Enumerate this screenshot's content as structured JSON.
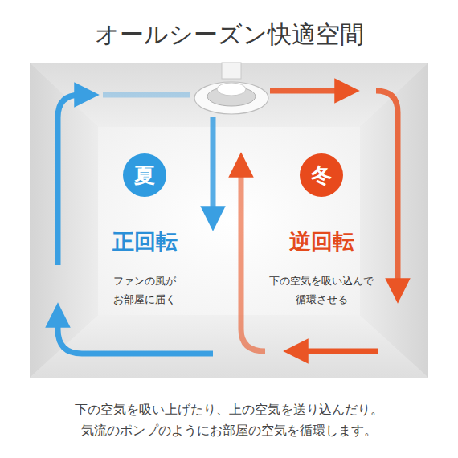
{
  "diagram": {
    "title": "オールシーズン快適空間",
    "caption": "下の空気を吸い上げたり、上の空気を送り込んだり。 気流のポンプのようにお部屋の空気を循環します。",
    "nodes": [
      {
        "text": [
          "夏"
        ]
      },
      {
        "text": [
          "冬"
        ]
      }
    ],
    "labels": [
      "正回転",
      "ファンの風が お部屋に届く",
      "逆回転",
      "下の空気を吸い込んで 循環させる"
    ]
  }
}
